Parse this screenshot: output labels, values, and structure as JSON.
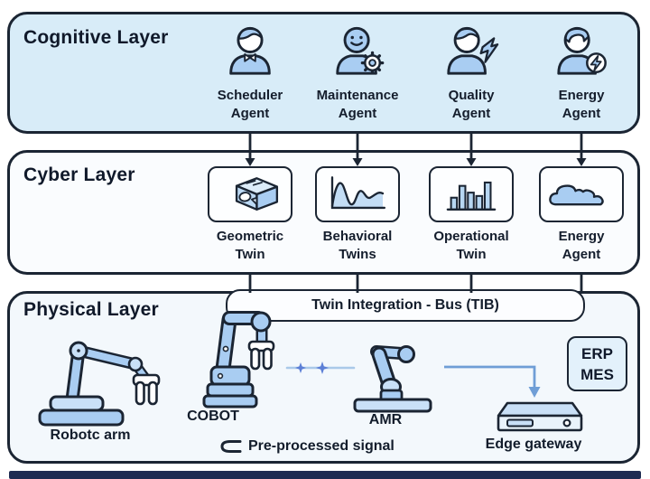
{
  "cognitive": {
    "title": "Cognitive Layer",
    "agents": [
      {
        "line1": "Scheduler",
        "line2": "Agent",
        "icon": "scheduler-agent-icon"
      },
      {
        "line1": "Maintenance",
        "line2": "Agent",
        "icon": "maintenance-agent-icon"
      },
      {
        "line1": "Quality",
        "line2": "Agent",
        "icon": "quality-agent-icon"
      },
      {
        "line1": "Energy",
        "line2": "Agent",
        "icon": "energy-agent-icon"
      }
    ]
  },
  "cyber": {
    "title": "Cyber Layer",
    "twins": [
      {
        "line1": "Geometric",
        "line2": "Twin",
        "icon": "geometric-twin-icon"
      },
      {
        "line1": "Behavioral",
        "line2": "Twins",
        "icon": "behavioral-twins-icon"
      },
      {
        "line1": "Operational",
        "line2": "Twin",
        "icon": "operational-twin-icon"
      },
      {
        "line1": "Energy",
        "line2": "Agent",
        "icon": "energy-cloud-icon"
      }
    ]
  },
  "physical": {
    "title": "Physical Layer",
    "tib_label": "Twin Integration - Bus (TIB)",
    "robot_arm_label": "Robotc arm",
    "cobot_label": "COBOT",
    "amr_label": "AMR",
    "edge_gateway_label": "Edge gateway",
    "erp_label": "ERP",
    "mes_label": "MES",
    "legend_label": "Pre-processed signal"
  },
  "colors": {
    "cognitive_bg": "#d8ecf8",
    "cyber_bg": "#fafcfe",
    "physical_bg": "#f3f8fc",
    "outline": "#1b2533",
    "icon_blue": "#a9cdf2",
    "icon_blue_light": "#c9e0f7",
    "arrow_blue": "#6f9ed6",
    "sparkle_blue": "#5c7fd6",
    "bottom_bar": "#1d2b52"
  }
}
